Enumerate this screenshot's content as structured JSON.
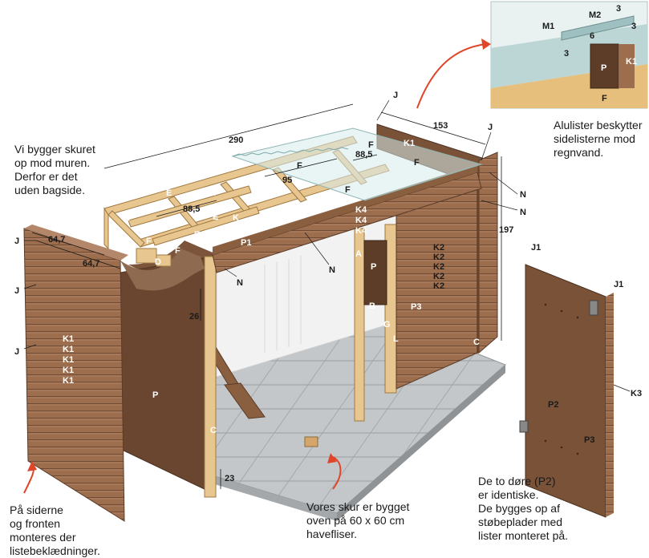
{
  "captions": {
    "wall_note": [
      "Vi bygger skuret",
      "op mod muren.",
      "Derfor er det",
      "uden bagside."
    ],
    "alu_note": [
      "Alulister beskytter",
      "sidelisterne mod",
      "regnvand."
    ],
    "cladding_note": [
      "På siderne",
      "og fronten",
      "monteres der",
      "listebeklædninger."
    ],
    "tiles_note": [
      "Vores skur er bygget",
      "oven på 60 x 60 cm",
      "havefliser."
    ],
    "doors_note": [
      "De to døre (P2)",
      "er identiske.",
      "De bygges op af",
      "støbeplader med",
      "lister monteret på."
    ]
  },
  "dimensions": {
    "width_top": "290",
    "depth_top": "153",
    "height_right": "197",
    "rafter_gap_a": "88,5",
    "rafter_gap_b": "88,5",
    "rafter_gap_c": "95",
    "panel_w1": "64,7",
    "panel_w2": "64,7",
    "front_26": "26",
    "front_23": "23",
    "inset_3a": "3",
    "inset_3b": "3",
    "inset_3c": "3",
    "inset_6": "6"
  },
  "part_labels": {
    "A": "A",
    "B": "B",
    "C": "C",
    "D": "D",
    "E": "E",
    "F": "F",
    "G": "G",
    "J": "J",
    "J1": "J1",
    "K": "K",
    "K1": "K1",
    "K2": "K2",
    "K3": "K3",
    "K4": "K4",
    "L": "L",
    "M1": "M1",
    "M2": "M2",
    "N": "N",
    "P": "P",
    "P1": "P1",
    "P2": "P2",
    "P3": "P3"
  },
  "colors": {
    "wood_light": "#e8c68f",
    "wood_dark": "#c9955a",
    "cladding": "#9c6e4e",
    "cladding_line": "#7a5238",
    "board_brown": "#6e4a34",
    "floor_tile": "#bfc2c4",
    "roof_glass": "#d7ecec",
    "accent_red": "#e0452a"
  }
}
